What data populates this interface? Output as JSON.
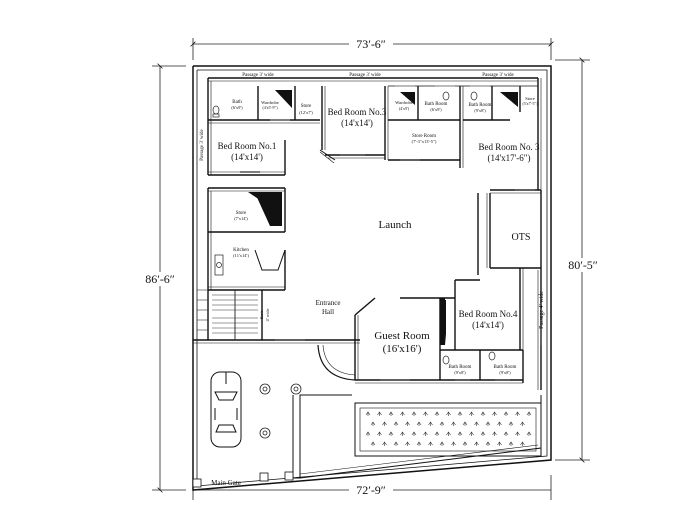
{
  "dimensions": {
    "top": "73′-6″",
    "bottom": "72′-9″",
    "left": "86′-6″",
    "right": "80′-5″"
  },
  "passages": {
    "top_1": "Passage 3' wide",
    "top_2": "Passage 3' wide",
    "top_3": "Passage 3' wide",
    "left": "Passage 3' wide",
    "right": "Passage 4' wide"
  },
  "rooms": {
    "bath_1": {
      "name": "Bath",
      "size": "(6'x9')"
    },
    "wardrobe_1": {
      "name": "Wardrobe",
      "size": "(4'x5'-9\")"
    },
    "store_1": {
      "name": "Store",
      "size": "(12'x7')"
    },
    "bedroom_3": {
      "name": "Bed Room No.3",
      "size": "(14'x14')"
    },
    "wardrobe_2": {
      "name": "Wardrobe",
      "size": "(4'x9')"
    },
    "bath_room_1": {
      "name": "Bath Room",
      "size": "(6'x9')"
    },
    "bath_room_2": {
      "name": "Bath Room",
      "size": "(9'x8')"
    },
    "store_2": {
      "name": "Store",
      "size": "(5'x7'-5\")"
    },
    "bedroom_1": {
      "name": "Bed Room No.1",
      "size": "(14'x14')"
    },
    "store_room": {
      "name": "Store Room",
      "size": "(7'-3\"x13'-5\")"
    },
    "bedroom_3b": {
      "name": "Bed Room No. 3",
      "size": "(14'x17'-6\")"
    },
    "store_3": {
      "name": "Store",
      "size": "(7'x14')"
    },
    "kitchen": {
      "name": "Kitchen",
      "size": "(11'x14')"
    },
    "launch": {
      "name": "Launch"
    },
    "ots": {
      "name": "OTS"
    },
    "entrance": {
      "name": "Entrance",
      "sub": "Hall"
    },
    "bed_room_4": {
      "name": "Bed Room No.4",
      "size": "(14'x14')"
    },
    "guest_room": {
      "name": "Guest Room",
      "size": "(16'x16')"
    },
    "bath_room_3": {
      "name": "Bath Room",
      "size": "(9'x8')"
    },
    "bath_room_4": {
      "name": "Bath Room",
      "size": "(9'x8')"
    },
    "stair_label": {
      "name": "Stair",
      "size": "4' wide"
    }
  },
  "main_gate": "Main Gate"
}
